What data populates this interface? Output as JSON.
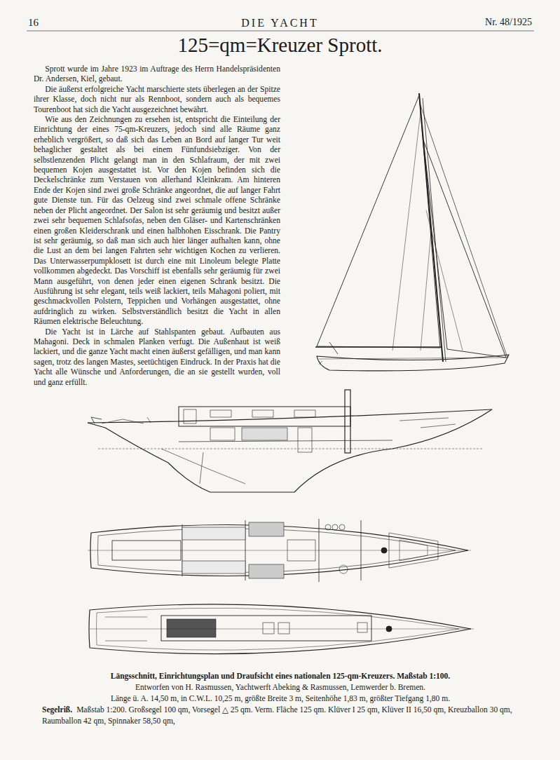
{
  "diagram": {
    "title": "125=qm=Kreuzer Sprott.",
    "caption": "Längsschnitt, Einrichtungsplan und Draufsicht eines nationalen 125-qm-Kreuzers. Maßstab 1:100.",
    "labels": [
      "16",
      "DIE YACHT",
      "Nr. 48/1925",
      "Sprott wurde im Jahre 1923 im Auftrage des Herrn Handelspräsidenten Dr. Andersen, Kiel, gebaut.",
      "Die äußerst erfolgreiche Yacht marschierte stets überlegen an der Spitze ihrer Klasse, doch nicht nur als Rennboot, sondern auch als bequemes Tourenboot hat sich die Yacht ausgezeichnet bewährt.",
      "Wie aus den Zeichnungen zu ersehen ist, entspricht die Einteilung der Einrichtung der eines 75-qm-Kreuzers, jedoch sind alle Räume ganz erheblich vergrößert, so daß sich das Leben an Bord auf langer Tur weit behaglicher gestaltet als bei einem Fünfundsiebziger. Von der selbstlenzenden Plicht gelangt man in den Schlafraum, der mit zwei bequemen Kojen ausgestattet ist. Vor den Kojen befinden sich die Deckelschränke zum Verstauen von allerhand Kleinkram. Am hinteren Ende der Kojen sind zwei große Schränke angeordnet, die auf langer Fahrt gute Dienste tun. Für das Oelzeug sind zwei schmale offene Schränke neben der Plicht angeordnet. Der Salon ist sehr geräumig und besitzt außer zwei sehr bequemen Schlafsofas, neben den Gläser- und Kartenschränken einen großen Kleiderschrank und einen halbhohen Eisschrank. Die Pantry ist sehr geräumig, so daß man sich auch hier länger aufhalten kann, ohne die Lust an dem bei langen Fahrten sehr wichtigen Kochen zu verlieren. Das Unterwasserpumpklosett ist durch eine mit Linoleum belegte Platte vollkommen abgedeckt. Das Vorschiff ist ebenfalls sehr geräumig für zwei Mann ausgeführt, von denen jeder einen eigenen Schrank besitzt. Die Ausführung ist sehr elegant, teils weiß lackiert, teils Mahagoni poliert, mit geschmackvollen Polstern, Teppichen und Vorhängen ausgestattet, ohne aufdringlich zu wirken. Selbstverständlich besitzt die Yacht in allen Räumen elektrische Beleuchtung.",
      "Die Yacht ist in Lärche auf Stahlspanten gebaut. Aufbauten aus Mahagoni. Deck in schmalen Planken verfugt. Die Außenhaut ist weiß lackiert, und die ganze Yacht macht einen äußerst gefälligen, und man kann sagen, trotz des langen Mastes, seetüchtigen Eindruck. In der Praxis hat die Yacht alle Wünsche und Anforderungen, die an sie gestellt wurden, voll und ganz erfüllt.",
      "Entworfen von H. Rasmussen, Yachtwerft Abeking & Rasmussen, Lemwerder b. Bremen.",
      "Länge ü. A. 14,50 m, in C.W.L. 10,25 m, größte Breite 3 m, Seitenhöhe 1,83 m, größter Tiefgang 1,80 m.",
      "Segelriß.",
      "Maßstab 1:200. Großsegel 100 qm, Vorsegel △ 25 qm. Verm. Fläche 125 qm. Klüver I 25 qm, Klüver II 16,50 qm, Kreuzballon 30 qm, Raumballon 42 qm, Spinnaker 58,50 qm,"
    ]
  }
}
